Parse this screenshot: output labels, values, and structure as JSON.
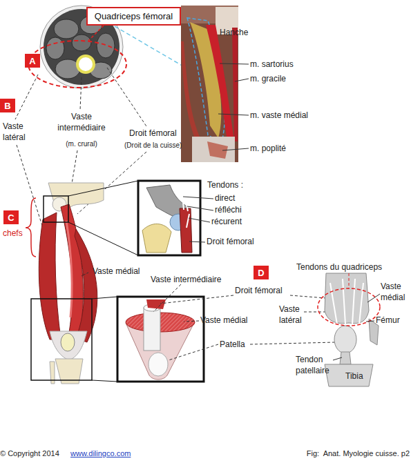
{
  "diagram": {
    "nodes": [
      {
        "text": [
          "Quadriceps fémoral"
        ]
      },
      {
        "text": [
          "A"
        ]
      },
      {
        "text": [
          "B"
        ]
      },
      {
        "text": [
          "C"
        ]
      },
      {
        "text": [
          "D"
        ]
      }
    ],
    "labels": [
      "Hanche",
      "m. sartorius",
      "m. gracile",
      "m. vaste médial",
      "m. poplité",
      "Vaste latéral",
      "Vaste intermédiaire",
      "(m. crural)",
      "Droit fémoral",
      "(Droit de la cuisse)",
      "chefs",
      "Tendons :",
      "direct",
      "réfléchi",
      "récurent",
      "Droit fémoral",
      "Vaste médial",
      "Tendons du quadriceps",
      "Vaste intermédiaire",
      "Droit fémoral",
      "Vaste médial",
      "Vaste latéral",
      "Vaste médial",
      "Fémur",
      "Patella",
      "Tendon patellaire",
      "Tibia",
      "© Copyright 2014",
      "www.dilingco.com",
      "Fig:  Anat. Myologie cuisse. p2"
    ]
  }
}
